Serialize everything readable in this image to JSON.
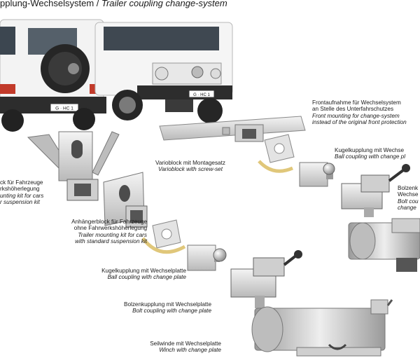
{
  "title": {
    "de": "pplung-Wechselsystem",
    "sep": " / ",
    "en": "Trailer coupling change-system"
  },
  "vehicle_plates": [
    "G · HC 1",
    "G · HC 1"
  ],
  "labels": {
    "front_mount": {
      "de1": "Frontaufnahme für Wechselsystem",
      "de2": "an Stelle des Unterfahrschutzes",
      "en1": "Front mounting for change-system",
      "en2": "instead of the original front protection"
    },
    "variablock": {
      "de": "Varioblock mit Montagesatz",
      "en": "Varioblock with screw-set"
    },
    "ball_coupling_right": {
      "de": "Kugelkupplung mit Wechse",
      "en": "Ball coupling with change pl"
    },
    "bolt_coupling_right": {
      "de1": "Bolzenk",
      "de2": "Wechse",
      "en1": "Bolt cou",
      "en2": "change"
    },
    "lowered_kit": {
      "de1": "ck für Fahrzeuge",
      "de2": "rkshöherlegung",
      "en1": "unting kit for cars",
      "en2": "r suspension kit"
    },
    "trailer_block": {
      "de1": "Anhängerblock für Fahrzeuge",
      "de2": "ohne Fahrwerkshöherlegung",
      "en1": "Trailer mounting kit for cars",
      "en2": "with standard suspension kit"
    },
    "ball_coupling": {
      "de": "Kugelkupplung mit Wechselplatte",
      "en": "Ball coupling with change plate"
    },
    "bolt_coupling": {
      "de": "Bolzenkupplung mit Wechselplatte",
      "en": "Bolt coupling with change plate"
    },
    "winch": {
      "de": "Seilwinde mit Wechselplatte",
      "en": "Winch with change plate"
    }
  },
  "colors": {
    "metal": "#d9d9d9",
    "metal_dark": "#8f8f8f",
    "arrow": "#e0c77a",
    "vehicle": "#f2f2f2",
    "tire": "#2b2b2b"
  }
}
